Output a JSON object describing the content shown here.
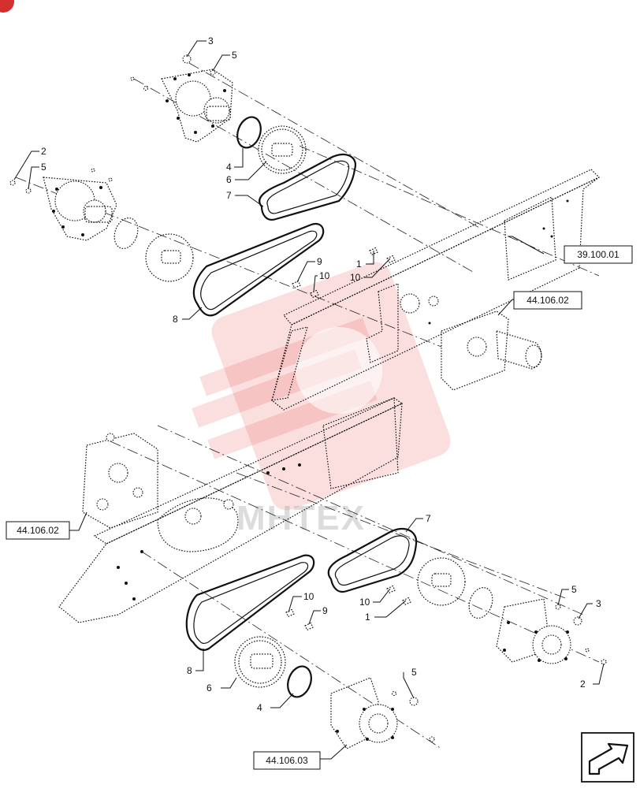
{
  "callouts": {
    "top": [
      "3",
      "5",
      "2",
      "5",
      "4",
      "6",
      "7",
      "8",
      "9",
      "10",
      "1",
      "10"
    ],
    "bottom": [
      "7",
      "10",
      "9",
      "10",
      "1",
      "5",
      "3",
      "8",
      "6",
      "4",
      "5",
      "2"
    ]
  },
  "references": {
    "ref_a": "39.100.01",
    "ref_b": "44.106.02",
    "ref_c": "44.106.02",
    "ref_d": "44.106.03"
  },
  "watermark": {
    "text": "MHTEX"
  },
  "colors": {
    "line": "#111111",
    "watermark": "#e53935",
    "corner_badge": "#d32f2f"
  },
  "icons": {
    "nav": "next-page-arrow-icon"
  }
}
